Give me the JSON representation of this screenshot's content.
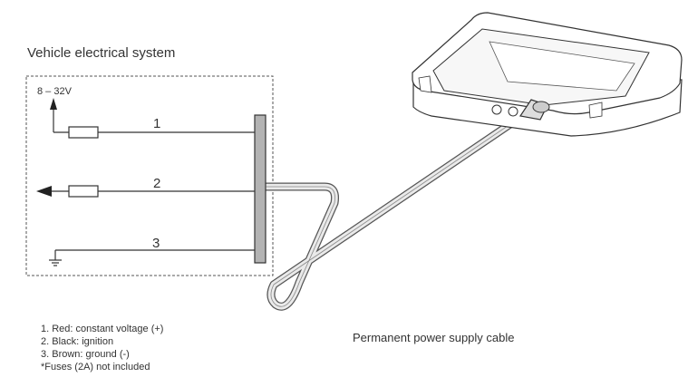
{
  "title": "Vehicle electrical system",
  "supply_voltage": "8 – 32V",
  "wires": [
    {
      "number": "1"
    },
    {
      "number": "2"
    },
    {
      "number": "3"
    }
  ],
  "legend": {
    "items": [
      "1. Red: constant voltage (+)",
      "2. Black: ignition",
      "3. Brown: ground (-)",
      "*Fuses (2A) not included"
    ]
  },
  "cable_caption": "Permanent power supply cable",
  "icons": [
    "arrow-up-icon",
    "arrow-left-icon",
    "fuse-icon",
    "ground-icon"
  ],
  "colors": {
    "line": "#333333",
    "connector": "#b3b3b3",
    "cable": "#eaeaea",
    "device_body": "#ffffff"
  }
}
